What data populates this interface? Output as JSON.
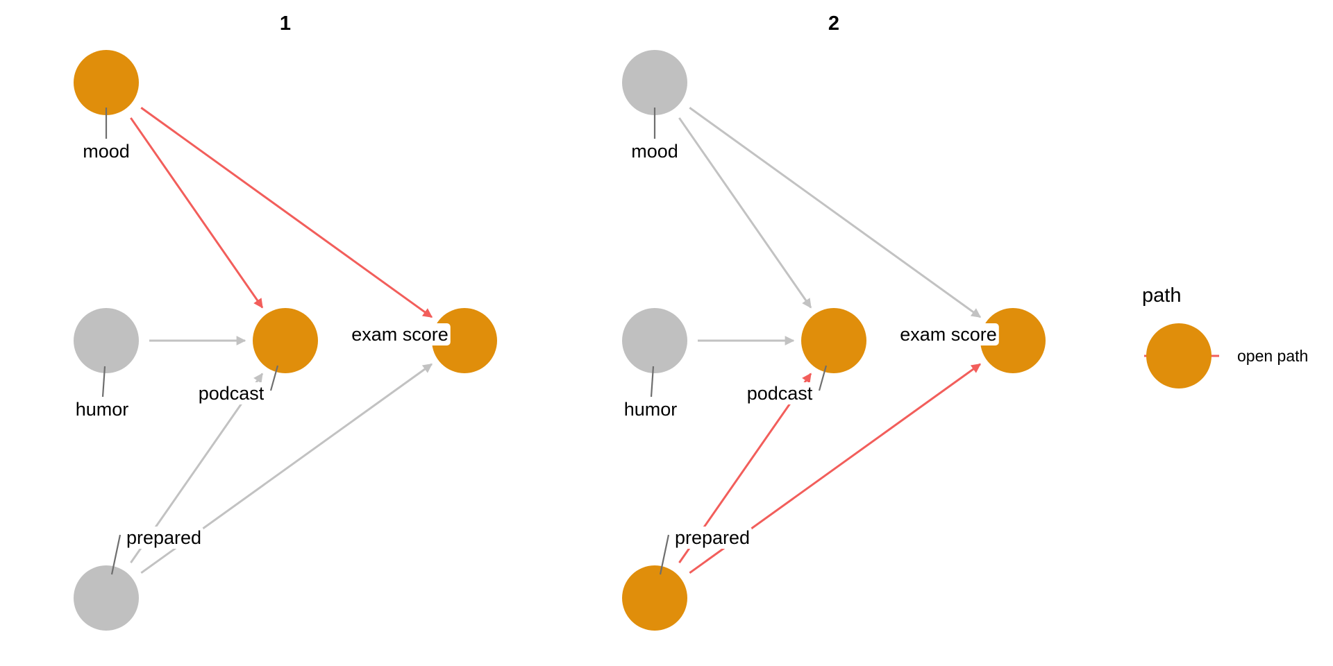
{
  "colors": {
    "open_path": "#E08E0B",
    "inactive": "#C0C0C0",
    "path_edge": "#F25E5B",
    "other_edge": "#C2C2C2",
    "leader": "#6E6E6E",
    "label_bg": "#FFFFFF"
  },
  "nodes": [
    {
      "id": "mood",
      "label": "mood"
    },
    {
      "id": "humor",
      "label": "humor"
    },
    {
      "id": "podcast",
      "label": "podcast"
    },
    {
      "id": "exam_score",
      "label": "exam score"
    },
    {
      "id": "prepared",
      "label": "prepared"
    }
  ],
  "edges": [
    {
      "from": "mood",
      "to": "podcast"
    },
    {
      "from": "mood",
      "to": "exam_score"
    },
    {
      "from": "humor",
      "to": "podcast"
    },
    {
      "from": "prepared",
      "to": "podcast"
    },
    {
      "from": "prepared",
      "to": "exam_score"
    }
  ],
  "panels": [
    {
      "title": "1",
      "open_nodes": [
        "mood",
        "podcast",
        "exam_score"
      ],
      "path_edges": [
        [
          "mood",
          "podcast"
        ],
        [
          "mood",
          "exam_score"
        ]
      ]
    },
    {
      "title": "2",
      "open_nodes": [
        "prepared",
        "podcast",
        "exam_score"
      ],
      "path_edges": [
        [
          "prepared",
          "podcast"
        ],
        [
          "prepared",
          "exam_score"
        ]
      ]
    }
  ],
  "legend": {
    "title": "path",
    "items": [
      {
        "label": "open path",
        "status": "open"
      }
    ]
  }
}
